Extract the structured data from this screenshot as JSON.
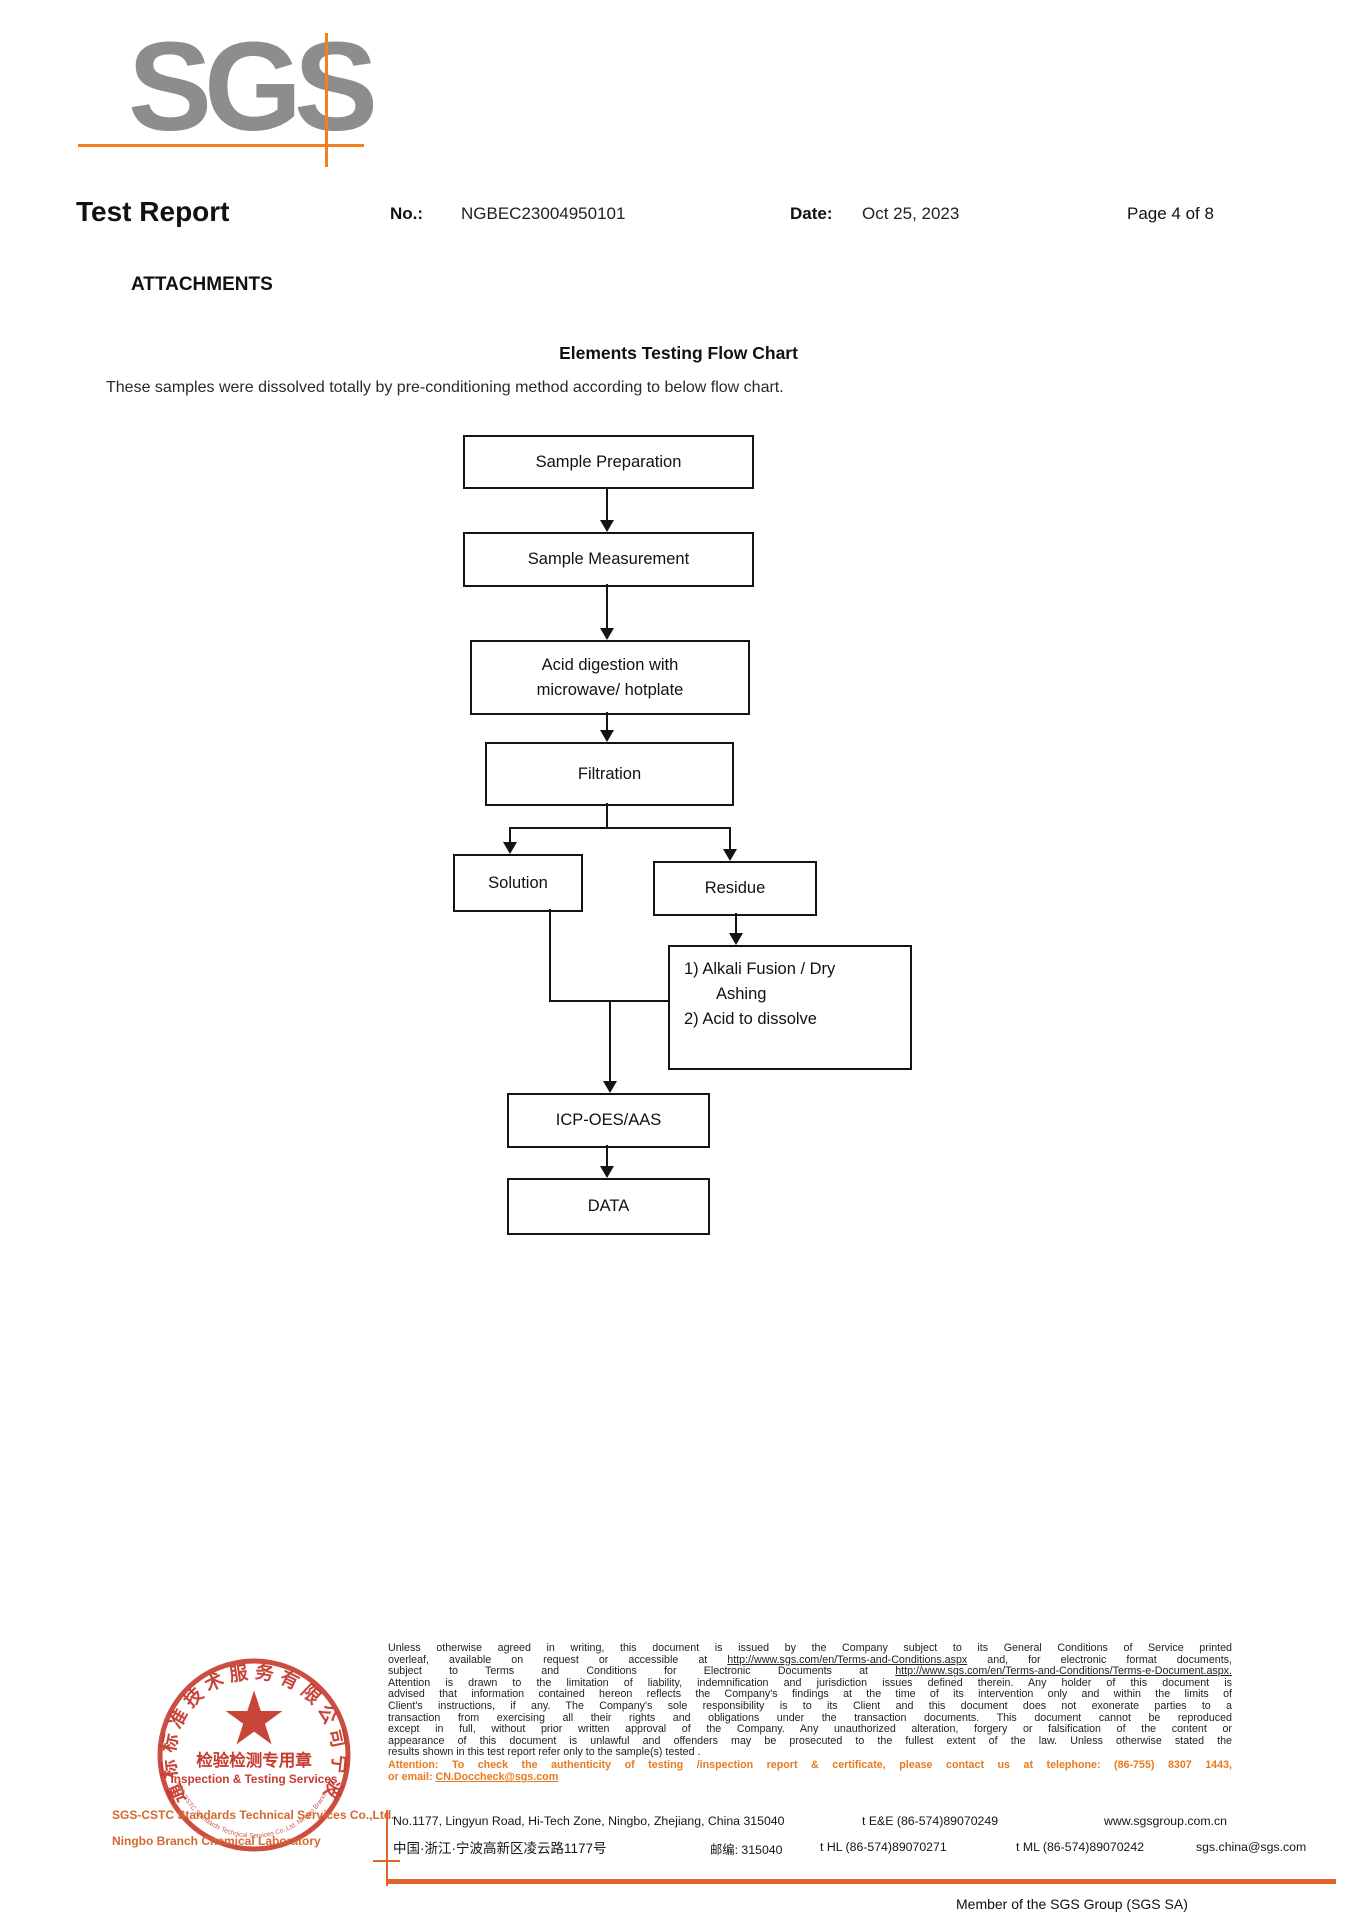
{
  "logo": {
    "text": "SGS"
  },
  "colors": {
    "orange_accent": "#f08121",
    "stamp_red": "#c63b2e",
    "logo_gray": "#8d8d8d",
    "attention_orange": "#e87a1e"
  },
  "header": {
    "title": "Test Report",
    "no_label": "No.:",
    "no_value": "NGBEC23004950101",
    "date_label": "Date:",
    "date_value": "Oct 25, 2023",
    "page": "Page 4 of 8",
    "attachments": "ATTACHMENTS"
  },
  "content": {
    "title": "Elements Testing Flow Chart",
    "intro": "These samples were dissolved totally by pre-conditioning method according to below flow chart."
  },
  "flowchart": {
    "prep": "Sample Preparation",
    "meas": "Sample Measurement",
    "acid1": "Acid digestion with",
    "acid2": "microwave/ hotplate",
    "filt": "Filtration",
    "sol": "Solution",
    "res": "Residue",
    "alk1": "1) Alkali Fusion / Dry",
    "alk2": "Ashing",
    "alk3": "2) Acid to dissolve",
    "icp": "ICP-OES/AAS",
    "data": "DATA"
  },
  "stamp": {
    "ring": "通标标准技术服务有限公司宁波分公司",
    "star": "★",
    "inner_cn": "检验检测专用章",
    "inner_en": "Inspection & Testing Services",
    "curve": "SGS-CSTC Standards Technical Services Co.,Ltd. Ningbo Branch",
    "company1": "SGS-CSTC Standards Technical Services Co.,Ltd.",
    "company2": "Ningbo Branch Chemical Laboratory"
  },
  "footer": {
    "legal_lines": [
      {
        "justify": true,
        "segs": [
          {
            "t": "Unless otherwise agreed in writing, this document is issued by the Company subject to its General Conditions of Service printed"
          }
        ]
      },
      {
        "justify": true,
        "segs": [
          {
            "t": "overleaf, available on request or accessible at "
          },
          {
            "t": "http://www.sgs.com/en/Terms-and-Conditions.aspx",
            "u": true
          },
          {
            "t": " and, for electronic format documents,"
          }
        ]
      },
      {
        "justify": true,
        "segs": [
          {
            "t": "subject to Terms and Conditions for Electronic Documents at "
          },
          {
            "t": "http://www.sgs.com/en/Terms-and-Conditions/Terms-e-Document.aspx.",
            "u": true
          }
        ]
      },
      {
        "justify": true,
        "segs": [
          {
            "t": "Attention is drawn to the limitation of liability, indemnification and jurisdiction issues defined therein. Any holder of this document is"
          }
        ]
      },
      {
        "justify": true,
        "segs": [
          {
            "t": "advised that information contained hereon reflects the Company's findings at the time of its intervention only and within the limits of"
          }
        ]
      },
      {
        "justify": true,
        "segs": [
          {
            "t": "Client's instructions, if any. The Company's sole responsibility is to its Client and this document does not exonerate parties to a"
          }
        ]
      },
      {
        "justify": true,
        "segs": [
          {
            "t": "transaction from exercising all their rights and obligations under the transaction documents. This document cannot be reproduced"
          }
        ]
      },
      {
        "justify": true,
        "segs": [
          {
            "t": "except in full, without prior written approval of the Company. Any unauthorized alteration, forgery or falsification of the content or"
          }
        ]
      },
      {
        "justify": true,
        "segs": [
          {
            "t": "appearance of this document is unlawful and offenders may be prosecuted to the fullest extent of the law. Unless otherwise stated the"
          }
        ]
      },
      {
        "justify": false,
        "segs": [
          {
            "t": "results shown in this test report refer only to the sample(s) tested ."
          }
        ]
      }
    ],
    "attention_lines": [
      {
        "justify": true,
        "segs": [
          {
            "t": "Attention: To check the authenticity of testing /inspection report & certificate, please contact us at telephone: (86-755) 8307 1443,"
          }
        ]
      },
      {
        "justify": false,
        "segs": [
          {
            "t": "or email: "
          },
          {
            "t": "CN.Doccheck@sgs.com",
            "u": true
          }
        ]
      }
    ],
    "address_en": "No.1177, Lingyun Road, Hi-Tech Zone, Ningbo, Zhejiang, China 315040",
    "tel1": "t E&E (86-574)89070249",
    "website": "www.sgsgroup.com.cn",
    "address_cn": "中国·浙江·宁波高新区凌云路1177号",
    "post": "邮编: 315040",
    "tel2": "t HL  (86-574)89070271",
    "tel3": "t ML (86-574)89070242",
    "email": "sgs.china@sgs.com",
    "member": "Member of the SGS Group (SGS SA)"
  }
}
